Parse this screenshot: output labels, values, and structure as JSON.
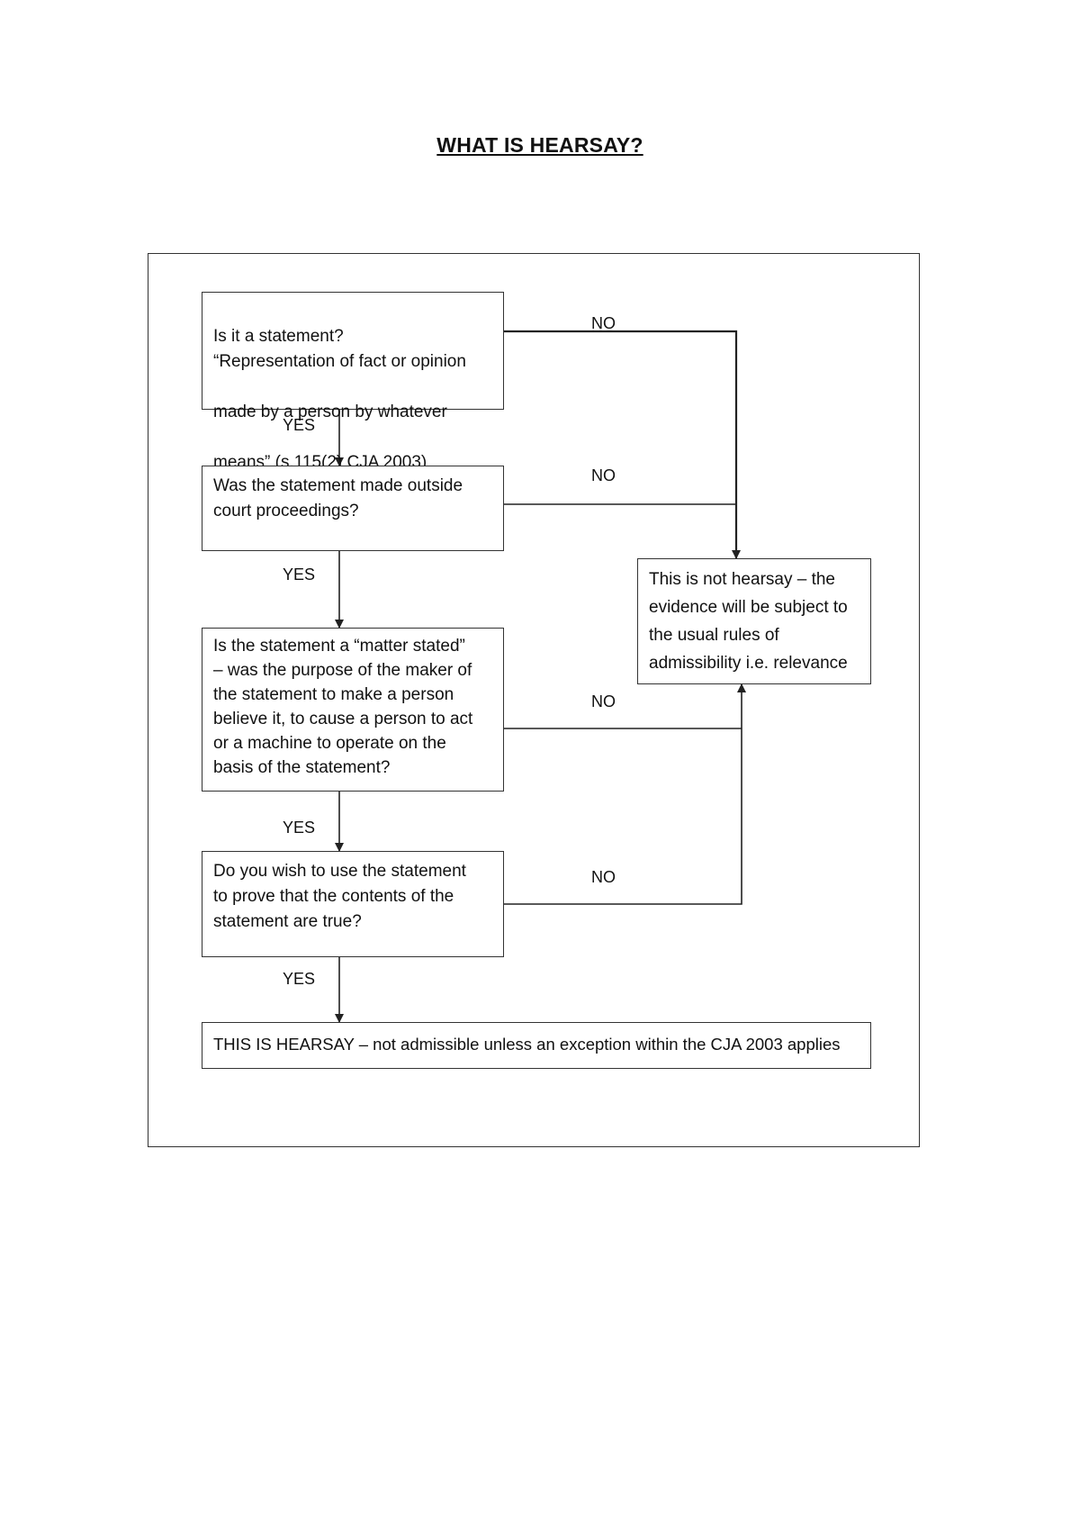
{
  "title": "WHAT IS HEARSAY?",
  "boxes": {
    "q1_line1": "Is it a statement?",
    "q1_line2": "“Representation of fact or opinion",
    "q1_line3": "made by a person by whatever",
    "q1_line4_pre": "means” (",
    "q1_line4_ref": "s.115(2)",
    "q1_line4_post": " CJA 2003)",
    "q2": "Was the statement made outside\ncourt proceedings?",
    "q3": "Is the statement a “matter stated”\n– was the purpose of the maker of\nthe statement to make a person\nbelieve it, to cause a person to act\nor a machine to operate on the\nbasis of the statement?",
    "q4": "Do you wish to use the statement\nto prove that the contents of the\nstatement are true?",
    "not_hearsay": "This is not hearsay – the\nevidence will be subject to\nthe usual rules of\nadmissibility i.e. relevance",
    "hearsay": "THIS IS HEARSAY – not admissible unless an exception within the CJA 2003 applies"
  },
  "labels": {
    "yes": "YES",
    "no": "NO"
  }
}
